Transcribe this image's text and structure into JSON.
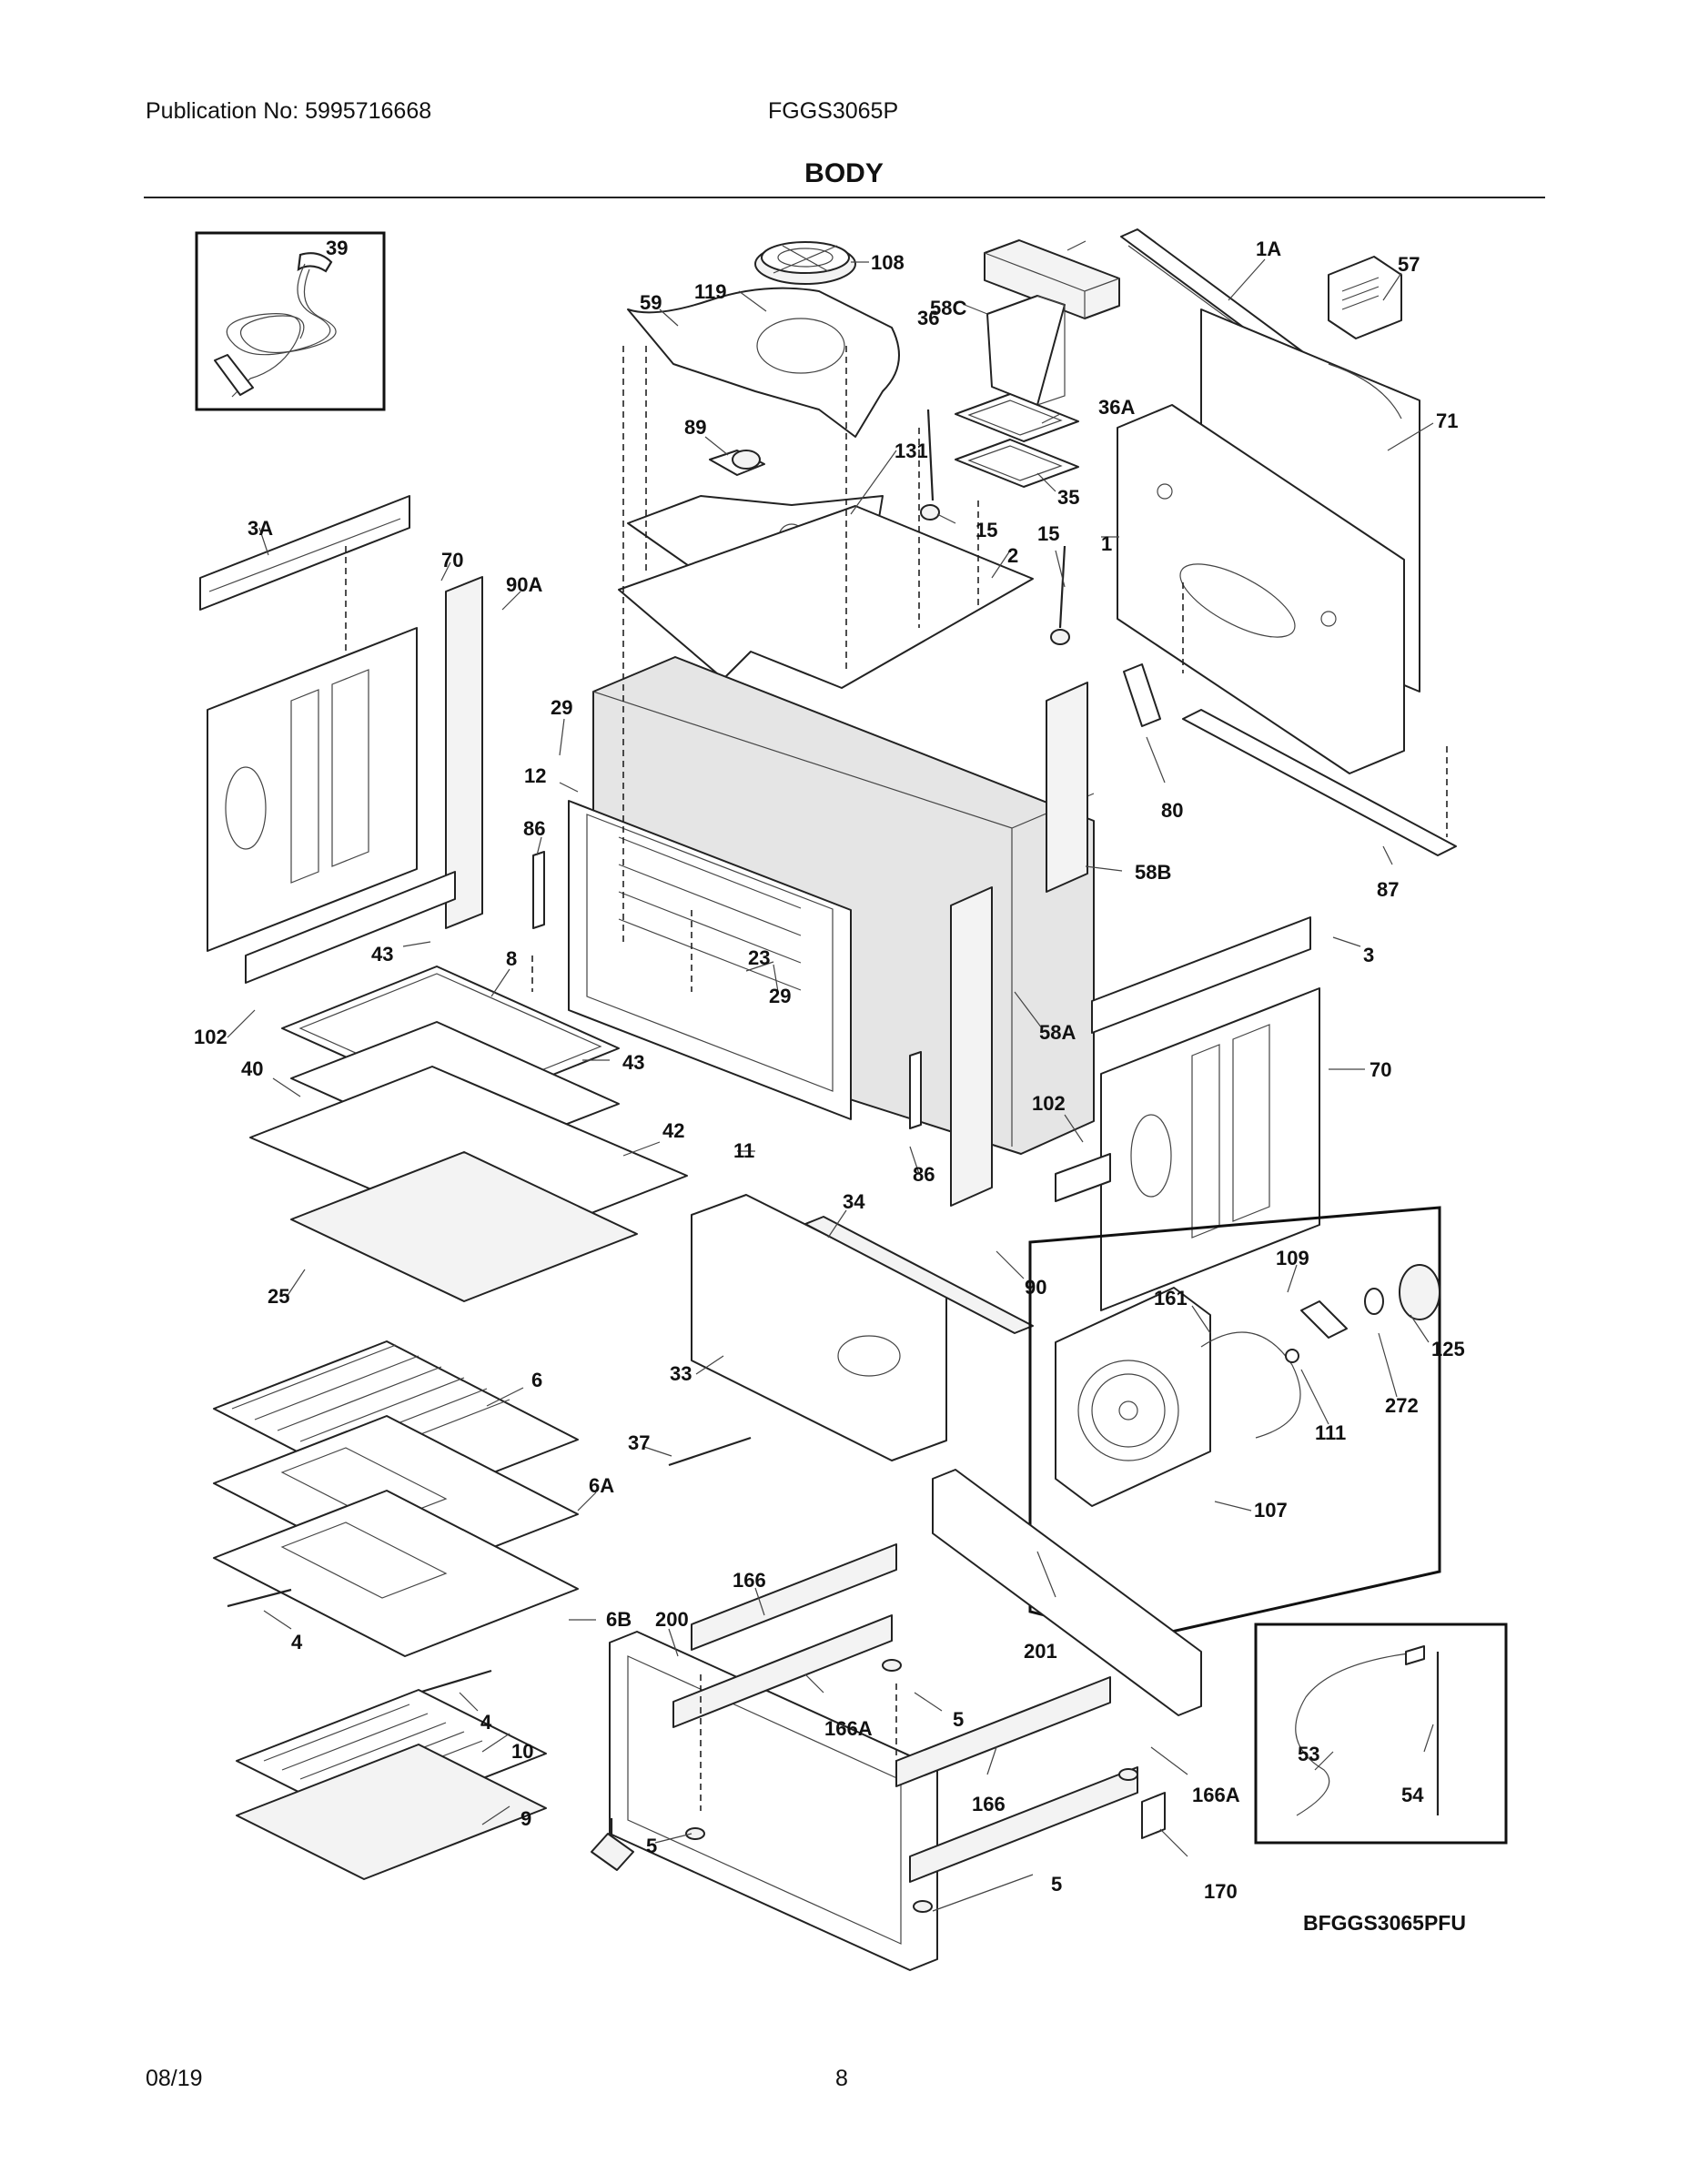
{
  "header": {
    "publication": "Publication No: 5995716668",
    "model": "FGGS3065P",
    "section": "BODY"
  },
  "footer": {
    "date": "08/19",
    "page": "8"
  },
  "diagram_code": "BFGGS3065PFU",
  "callouts": {
    "c39": "39",
    "c108": "108",
    "c119": "119",
    "c59": "59",
    "c58C": "58C",
    "c1A": "1A",
    "c57": "57",
    "c36": "36",
    "c36A": "36A",
    "c71": "71",
    "c89": "89",
    "c131": "131",
    "c35": "35",
    "c3A": "3A",
    "c70a": "70",
    "c90A": "90A",
    "c15a": "15",
    "c15b": "15",
    "c1": "1",
    "c2": "2",
    "c29a": "29",
    "c12": "12",
    "c86a": "86",
    "c80": "80",
    "c58B": "58B",
    "c87": "87",
    "c43a": "43",
    "c8": "8",
    "c23": "23",
    "c29b": "29",
    "c3": "3",
    "c102a": "102",
    "c40": "40",
    "c43b": "43",
    "c58A": "58A",
    "c70b": "70",
    "c102b": "102",
    "c42": "42",
    "c11": "11",
    "c86b": "86",
    "c34": "34",
    "c25": "25",
    "c109": "109",
    "c161": "161",
    "c90": "90",
    "c33": "33",
    "c125": "125",
    "c6": "6",
    "c272": "272",
    "c111": "111",
    "c37": "37",
    "c6A": "6A",
    "c107": "107",
    "c166a": "166",
    "c6B": "6B",
    "c200": "200",
    "c201": "201",
    "c4a": "4",
    "c5a": "5",
    "c4b": "4",
    "c166Aa": "166A",
    "c10": "10",
    "c53": "53",
    "c166b": "166",
    "c166Ab": "166A",
    "c54": "54",
    "c9": "9",
    "c5b": "5",
    "c5c": "5",
    "c170": "170"
  }
}
